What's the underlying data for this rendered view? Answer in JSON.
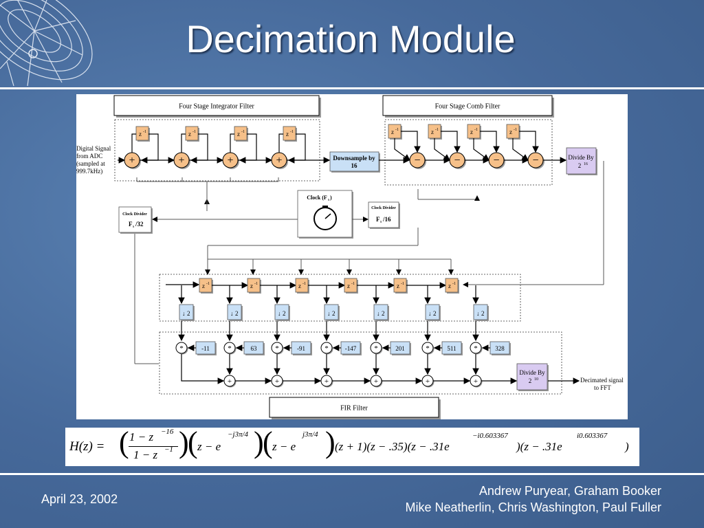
{
  "slide": {
    "title": "Decimation Module",
    "date": "April 23, 2002",
    "authors_line1": "Andrew Puryear, Graham Booker",
    "authors_line2": "Mike Neatherlin, Chris Washington, Paul Fuller"
  },
  "diagram": {
    "integrator_label": "Four Stage Integrator Filter",
    "comb_label": "Four Stage Comb Filter",
    "fir_label": "FIR Filter",
    "z_inverse": "z-1",
    "input_label": [
      "Digital Signal",
      "from ADC",
      "(sampled at",
      "999.7kHz)"
    ],
    "downsample_label": [
      "Downsample by",
      "16"
    ],
    "divide_by_16": [
      "Divide By",
      "2",
      "16"
    ],
    "clock_label": "Clock (F",
    "clock_sub": "s",
    "clock_divider_left": [
      "Clock Divider",
      "F",
      "s",
      "/32"
    ],
    "clock_divider_right": [
      "Clock Divider",
      "F",
      "s",
      "/16"
    ],
    "downsample_2": "2",
    "fir_coefficients": [
      "-11",
      "63",
      "-91",
      "-147",
      "201",
      "511",
      "328"
    ],
    "divide_by_10": [
      "Divide By",
      "2",
      "10"
    ],
    "output_label": [
      "Decimated signal",
      "to FFT"
    ]
  },
  "formula": {
    "H": "H(z) =",
    "frac_num": "1 − z",
    "frac_num_exp": "−16",
    "frac_den": "1 − z",
    "frac_den_exp": "−1",
    "term1": "z − e",
    "term1_exp": "−j3π/4",
    "term2": "z − e",
    "term2_exp": "j3π/4",
    "term3": "(z + 1)(z − .35)(z − .31e",
    "term3_exp": "−i0.603367",
    "term4": ")(z − .31e",
    "term4_exp": "i0.603367",
    "term5": ")"
  },
  "colors": {
    "background": "#4a6f9c",
    "integrator": "#f6c089",
    "downsample": "#c9e0f6",
    "divide": "#d9cbf1"
  }
}
